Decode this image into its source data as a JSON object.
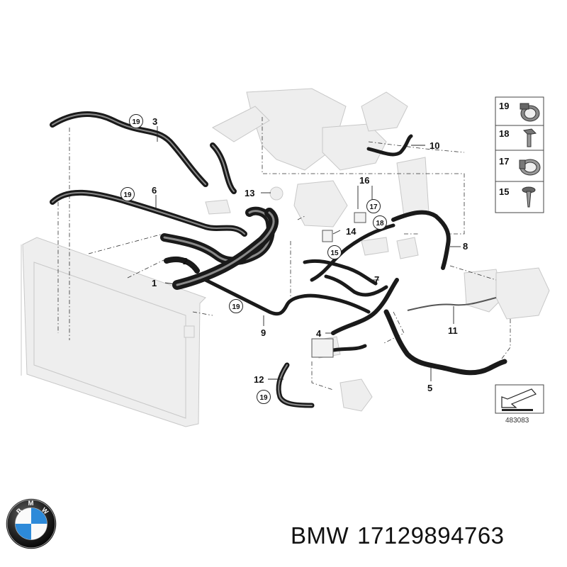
{
  "diagram": {
    "callouts": [
      "1",
      "2",
      "3",
      "4",
      "5",
      "6",
      "7",
      "8",
      "9",
      "10",
      "11",
      "12",
      "13",
      "14",
      "16"
    ],
    "circled_callouts": [
      "19",
      "19",
      "19",
      "19",
      "17",
      "18",
      "15"
    ],
    "legend": [
      {
        "number": "19",
        "icon": "hose-clamp-icon"
      },
      {
        "number": "18",
        "icon": "bolt-icon"
      },
      {
        "number": "17",
        "icon": "spring-clamp-icon"
      },
      {
        "number": "15",
        "icon": "screw-icon"
      }
    ],
    "reference_number": "483083"
  },
  "caption": {
    "brand": "BMW",
    "part_number": "17129894763"
  },
  "colors": {
    "hose": "#1a1a1a",
    "ghost_parts": "#eeeeee",
    "logo_blue": "#2d8ad9"
  }
}
